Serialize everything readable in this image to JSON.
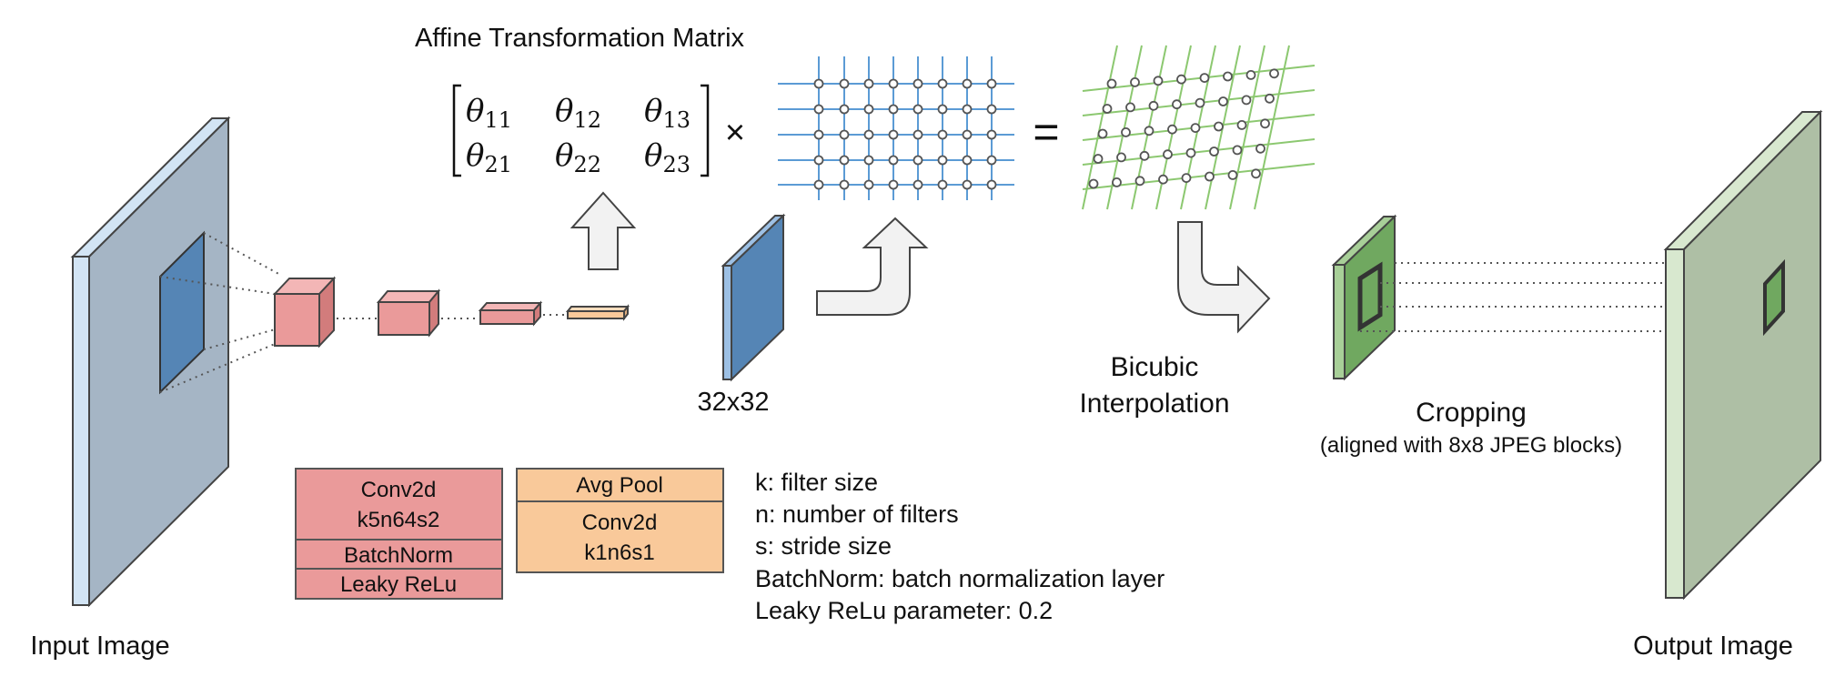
{
  "labels": {
    "matrix_title": "Affine Transformation Matrix",
    "size_label": "32x32",
    "interp_line1": "Bicubic",
    "interp_line2": "Interpolation",
    "crop_title": "Cropping",
    "crop_sub": "(aligned with 8x8 JPEG blocks)",
    "input": "Input Image",
    "output": "Output Image"
  },
  "matrix": {
    "r1c1": "θ",
    "r1c1s": "11",
    "r1c2": "θ",
    "r1c2s": "12",
    "r1c3": "θ",
    "r1c3s": "13",
    "r2c1": "θ",
    "r2c1s": "21",
    "r2c2": "θ",
    "r2c2s": "22",
    "r2c3": "θ",
    "r2c3s": "23",
    "times": "×",
    "equals": "="
  },
  "legend": {
    "conv_line1": "Conv2d",
    "conv_line2": "k5n64s2",
    "batchnorm": "BatchNorm",
    "leaky": "Leaky ReLu",
    "avgpool": "Avg Pool",
    "conv2_line1": "Conv2d",
    "conv2_line2": "k1n6s1"
  },
  "notes": [
    "k: filter size",
    "n: number of filters",
    "s: stride size",
    "BatchNorm: batch normalization layer",
    "Leaky ReLu parameter: 0.2"
  ],
  "colors": {
    "conv_red": "#ea9a9a",
    "pool_orange": "#f9c99a",
    "input_plane": "#a5b5c5",
    "feature_blue": "#5585b5",
    "output_green": "#aebfa5",
    "crop_green": "#70a860",
    "grid_blue": "#5b9bd5",
    "grid_green": "#8cc870"
  }
}
